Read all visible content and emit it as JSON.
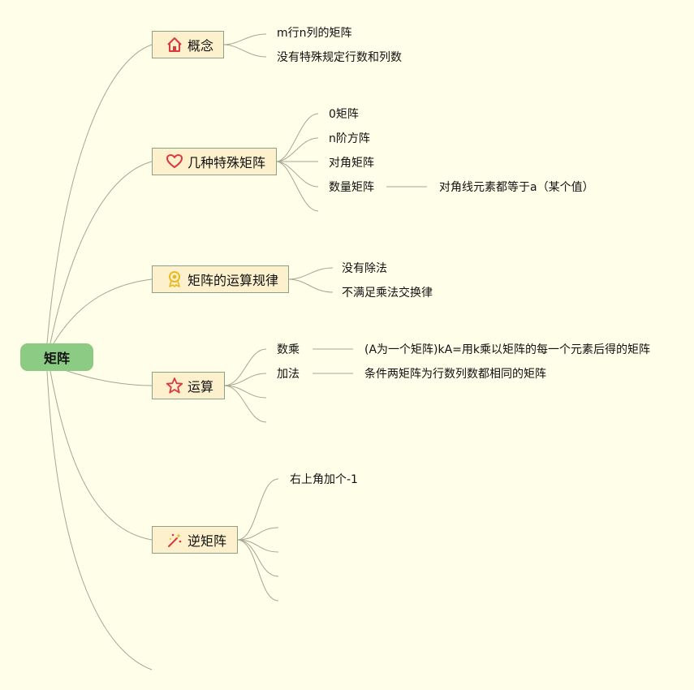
{
  "root": {
    "label": "矩阵"
  },
  "branches": {
    "concept": {
      "label": "概念",
      "icon": "house-icon",
      "children": [
        "m行n列的矩阵",
        "没有特殊规定行数和列数"
      ]
    },
    "special": {
      "label": "几种特殊矩阵",
      "icon": "heart-icon",
      "children": [
        "0矩阵",
        "n阶方阵",
        "对角矩阵",
        "数量矩阵"
      ],
      "sub": "对角线元素都等于a（某个值）"
    },
    "rules": {
      "label": "矩阵的运算规律",
      "icon": "medal-icon",
      "children": [
        "没有除法",
        "不满足乘法交换律"
      ]
    },
    "ops": {
      "label": "运算",
      "icon": "star-icon",
      "children": [
        "数乘",
        "加法"
      ],
      "subs": [
        "(A为一个矩阵)kA=用k乘以矩阵的每一个元素后得的矩阵",
        "条件两矩阵为行数列数都相同的矩阵"
      ]
    },
    "inverse": {
      "label": "逆矩阵",
      "icon": "magic-wand-icon",
      "children": [
        "右上角加个-1"
      ]
    }
  },
  "colors": {
    "root": "#8bcb84",
    "branch_fill": "#fdf1cd",
    "line": "#a8a694"
  }
}
